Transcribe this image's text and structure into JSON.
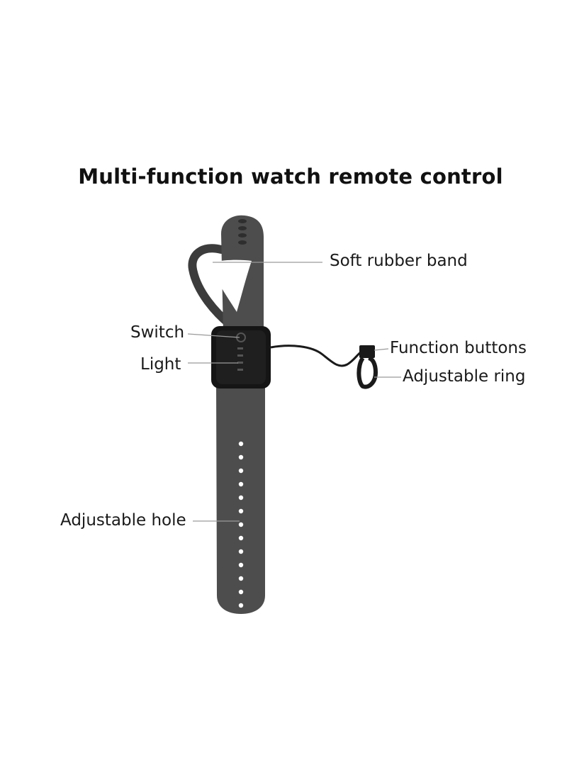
{
  "title": "Multi-function watch remote control",
  "labels": {
    "soft_rubber_band": "Soft rubber band",
    "switch": "Switch",
    "light": "Light",
    "function_buttons": "Function buttons",
    "adjustable_ring": "Adjustable ring",
    "adjustable_hole": "Adjustable hole"
  },
  "colors": {
    "band": "#4d4d4d",
    "band_dark": "#3c3c3c",
    "device": "#151515",
    "leader_line": "#9a9a9a",
    "hole": "#ffffff"
  }
}
